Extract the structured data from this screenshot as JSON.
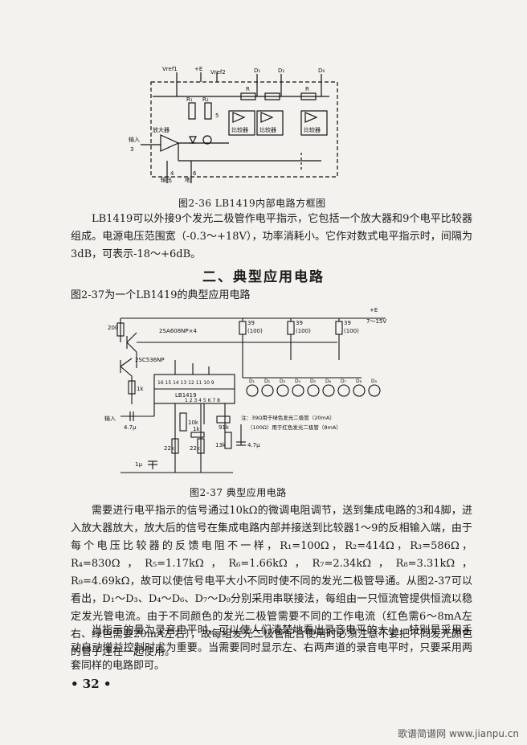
{
  "figure1": {
    "labels": {
      "vref1": "Vref1",
      "plus_e": "+E",
      "vref2": "Vref2",
      "d1": "D₁",
      "d2": "D₂",
      "d9": "D₉",
      "r1": "R₁",
      "r2": "R₂",
      "r": "R",
      "r_out": "R",
      "five": "5",
      "amp": "放大器",
      "cmp1": "比较器",
      "cmp2": "比较器",
      "cmp3": "比较器",
      "input": "输入",
      "output": "输出",
      "ground": "地",
      "pin3": "3",
      "pin4": "4",
      "pin6": "6"
    },
    "caption": "图2-36  LB1419内部电路方框图"
  },
  "para1": "LB1419可以外接9个发光二极管作电平指示，它包括一个放大器和9个电平比较器组成。电源电压范围宽（-0.3～+18V），功率消耗小。它作对数式电平指示时，间隔为3dB，可表示-18～+6dB。",
  "section_title": "二、典型应用电路",
  "intro": "图2-37为一个LB1419的典型应用电路",
  "figure2": {
    "labels": {
      "plus_e": "+E",
      "voltage": "7～15V",
      "r200": "200",
      "transistors": "2SA608NP×4",
      "r39a": "39",
      "r100a": "(100)",
      "r39b": "39",
      "r100b": "(100)",
      "r39c": "39",
      "r100c": "(100)",
      "tr_npn": "2SC536NP",
      "r1k": "1k",
      "chip": "LB1419",
      "pins_top": "16 15 14 13 12 11 10 9",
      "pins_bottom": "1  2  3  4  5  6  7  8",
      "d1": "D₁",
      "d2": "D₂",
      "d3": "D₃",
      "d4": "D₄",
      "d5": "D₅",
      "d6": "D₆",
      "d7": "D₇",
      "d8": "D₈",
      "d9": "D₉",
      "input": "输入",
      "cap47u": "4.7μ",
      "r10k": "10k",
      "r91k": "91k",
      "r1k2": "1k",
      "r22k_a": "22k",
      "r22k_b": "22k",
      "r13k": "13k",
      "cap1u": "1μ",
      "cap47u_b": "4.7μ",
      "note1": "注：39Ω用于绿色发光二极管（20mA）",
      "note2": "（100Ω）用于红色发光二极管（8mA）"
    },
    "caption": "图2-37  典型应用电路"
  },
  "para2": "需要进行电平指示的信号通过10kΩ的微调电阻调节，送到集成电路的3和4脚，进入放大器放大，放大后的信号在集成电路内部并接送到比较器1～9的反相输入端，由于每个电压比较器的反馈电阻不一样，R₁=100Ω，R₂=414Ω，R₃=586Ω，R₄=830Ω，R₅=1.17kΩ，R₆=1.66kΩ，R₇=2.34kΩ，R₈=3.31kΩ，R₉=4.69kΩ，故可以使信号电平大小不同时使不同的发光二极管导通。从图2-37可以看出，D₁～D₃、D₄～D₆、D₇～D₉分别采用串联接法，每组由一只恒流管提供恒流以稳定发光管电流。由于不同颜色的发光二极管需要不同的工作电流（红色需6～8mA左右、绿色需要20mA左右），故每组发光二极管配合使用时必须注意不要把不同发光颜色的管子连在一起使用。",
  "para3": "当指示的量为录音电平时，可以使人们清楚地看出录音电平的大小，特别是采用手动自动增益控制时尤为重要。当需要同时显示左、右两声道的录音电平时，只要采用两套同样的电路即可。",
  "page_number": "• 32 •",
  "watermark": "歌谱简谱网 www.jianpu.cn"
}
